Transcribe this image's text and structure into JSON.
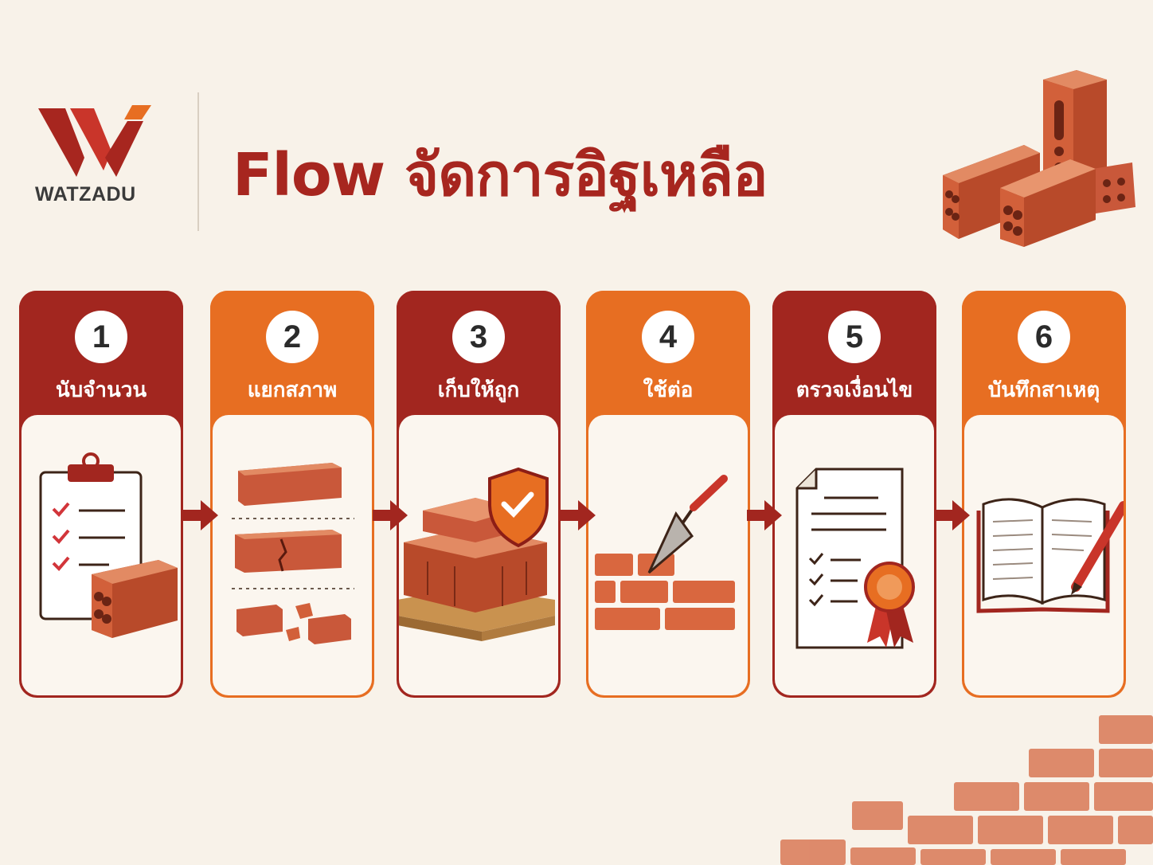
{
  "brand": {
    "name": "WATZADU"
  },
  "title": "Flow จัดการอิฐเหลือ",
  "colors": {
    "dark": "#a2261f",
    "accent": "#e76e22",
    "background": "#f8f2e9",
    "brick": "#d2603a"
  },
  "steps": [
    {
      "number": "1",
      "label": "นับจำนวน",
      "icon": "clipboard-checklist-icon",
      "theme": "dark"
    },
    {
      "number": "2",
      "label": "แยกสภาพ",
      "icon": "sorted-bricks-icon",
      "theme": "light"
    },
    {
      "number": "3",
      "label": "เก็บให้ถูก",
      "icon": "pallet-shield-icon",
      "theme": "dark"
    },
    {
      "number": "4",
      "label": "ใช้ต่อ",
      "icon": "trowel-wall-icon",
      "theme": "light"
    },
    {
      "number": "5",
      "label": "ตรวจเงื่อนไข",
      "icon": "document-certificate-icon",
      "theme": "dark"
    },
    {
      "number": "6",
      "label": "บันทึกสาเหตุ",
      "icon": "logbook-pen-icon",
      "theme": "light"
    }
  ]
}
